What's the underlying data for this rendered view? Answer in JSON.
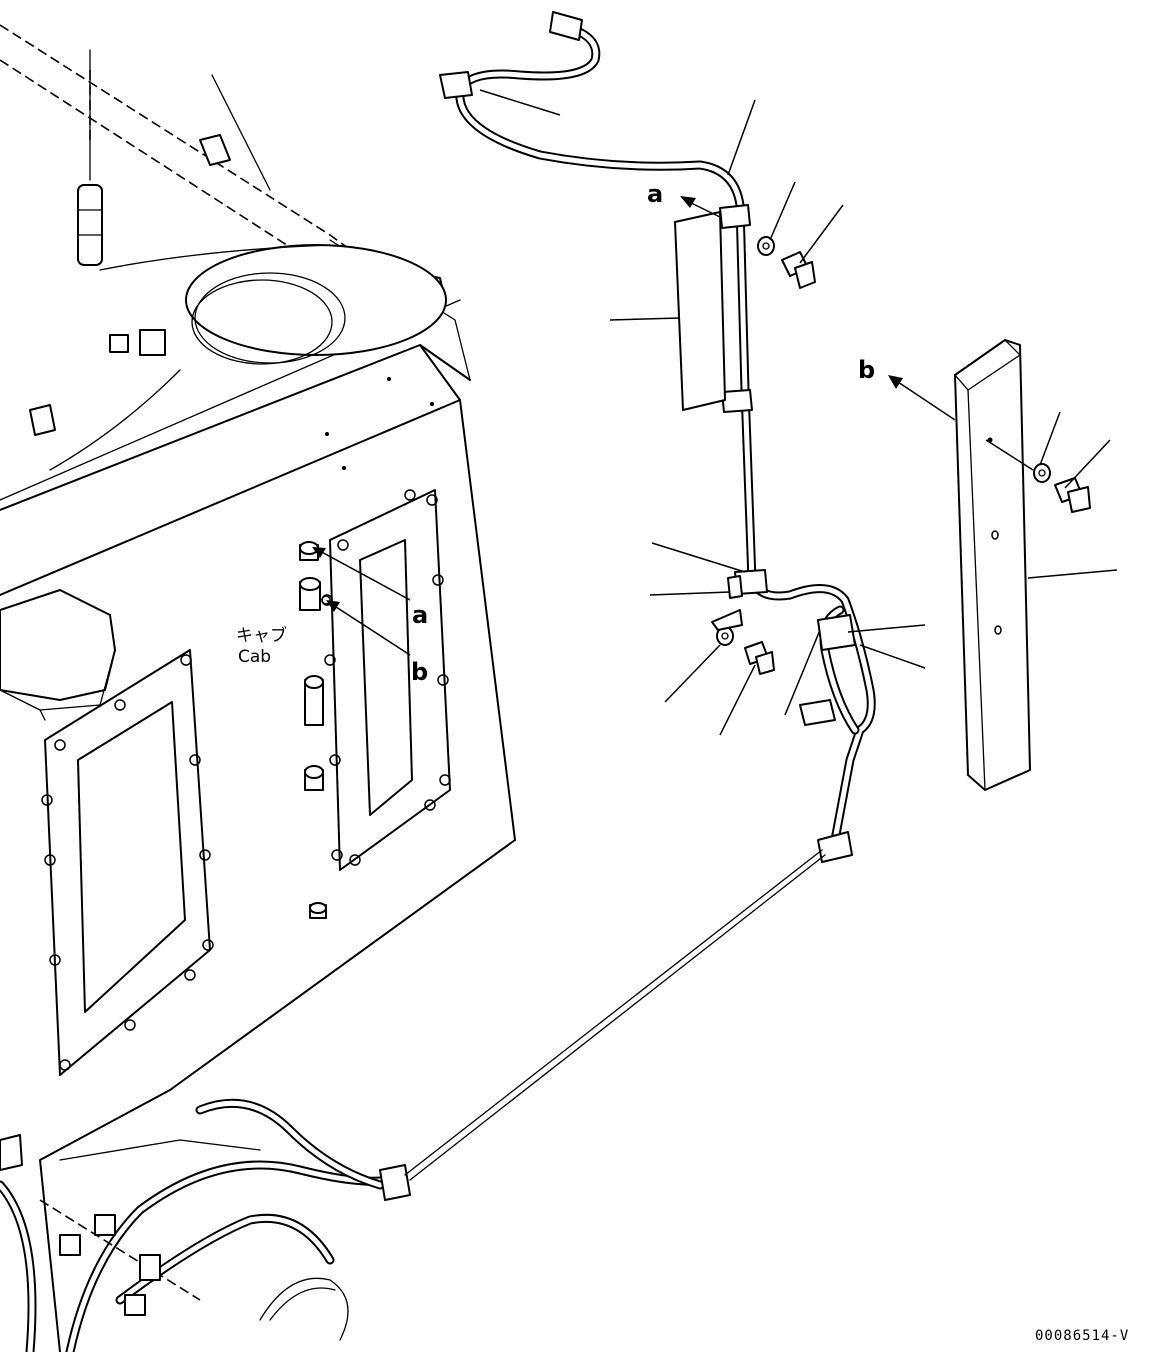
{
  "drawing": {
    "refs": {
      "a_top": "a",
      "b_top": "b",
      "a_cab": "a",
      "b_cab": "b"
    },
    "cab_label_jp": "キャブ",
    "cab_label_en": "Cab",
    "drawing_number": "00086514-V"
  }
}
